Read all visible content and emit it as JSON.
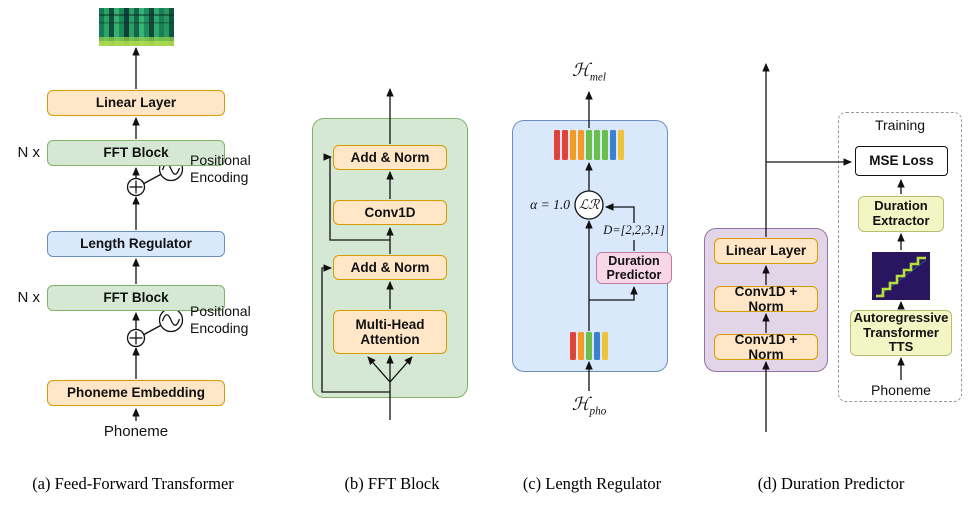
{
  "captions": {
    "a": "(a) Feed-Forward Transformer",
    "b": "(b) FFT Block",
    "c": "(c) Length Regulator",
    "d": "(d) Duration Predictor"
  },
  "colors": {
    "orange_fill": "#ffe6c7",
    "orange_border": "#d79b00",
    "green_fill": "#d5e8d4",
    "green_border": "#82b366",
    "blue_fill": "#dae8fc",
    "blue_border": "#6c8ebf",
    "purple_fill": "#e1d5e7",
    "purple_border": "#9673a6",
    "pink_fill": "#f8d7e8",
    "pink_border": "#c27ba0",
    "yellow_fill": "#f2f5c4",
    "yellow_border": "#b9bd6f"
  },
  "panel_a": {
    "repeat_label": "N x",
    "input_label": "Phoneme",
    "positional_encoding_label": "Positional Encoding",
    "phoneme_embedding": "Phoneme Embedding",
    "fft_block": "FFT Block",
    "length_regulator": "Length Regulator",
    "linear_layer": "Linear Layer"
  },
  "panel_b": {
    "add_norm_top": "Add & Norm",
    "conv1d": "Conv1D",
    "add_norm_bottom": "Add & Norm",
    "multi_head_attention": "Multi-Head Attention"
  },
  "panel_c": {
    "h_mel_symbol": "ℋ",
    "h_mel_sub": "mel",
    "h_pho_symbol": "ℋ",
    "h_pho_sub": "pho",
    "lr_symbol": "ℒℛ",
    "alpha_label": "α = 1.0",
    "duration_label": "D=[2,2,3,1]",
    "duration_predictor": "Duration Predictor",
    "expanded_bars": [
      "#e0433a",
      "#e0433a",
      "#f59a23",
      "#f59a23",
      "#6abf4b",
      "#6abf4b",
      "#6abf4b",
      "#3f7fd0",
      "#f0c33c"
    ],
    "phoneme_bars": [
      "#e0433a",
      "#f59a23",
      "#6abf4b",
      "#3f7fd0",
      "#f0c33c"
    ]
  },
  "panel_d": {
    "linear_layer": "Linear Layer",
    "conv1d_norm_1": "Conv1D + Norm",
    "conv1d_norm_2": "Conv1D + Norm",
    "training_label": "Training",
    "mse_loss": "MSE Loss",
    "duration_extractor": "Duration Extractor",
    "autoregressive_tts": "Autoregressive Transformer TTS",
    "input_label": "Phoneme"
  }
}
